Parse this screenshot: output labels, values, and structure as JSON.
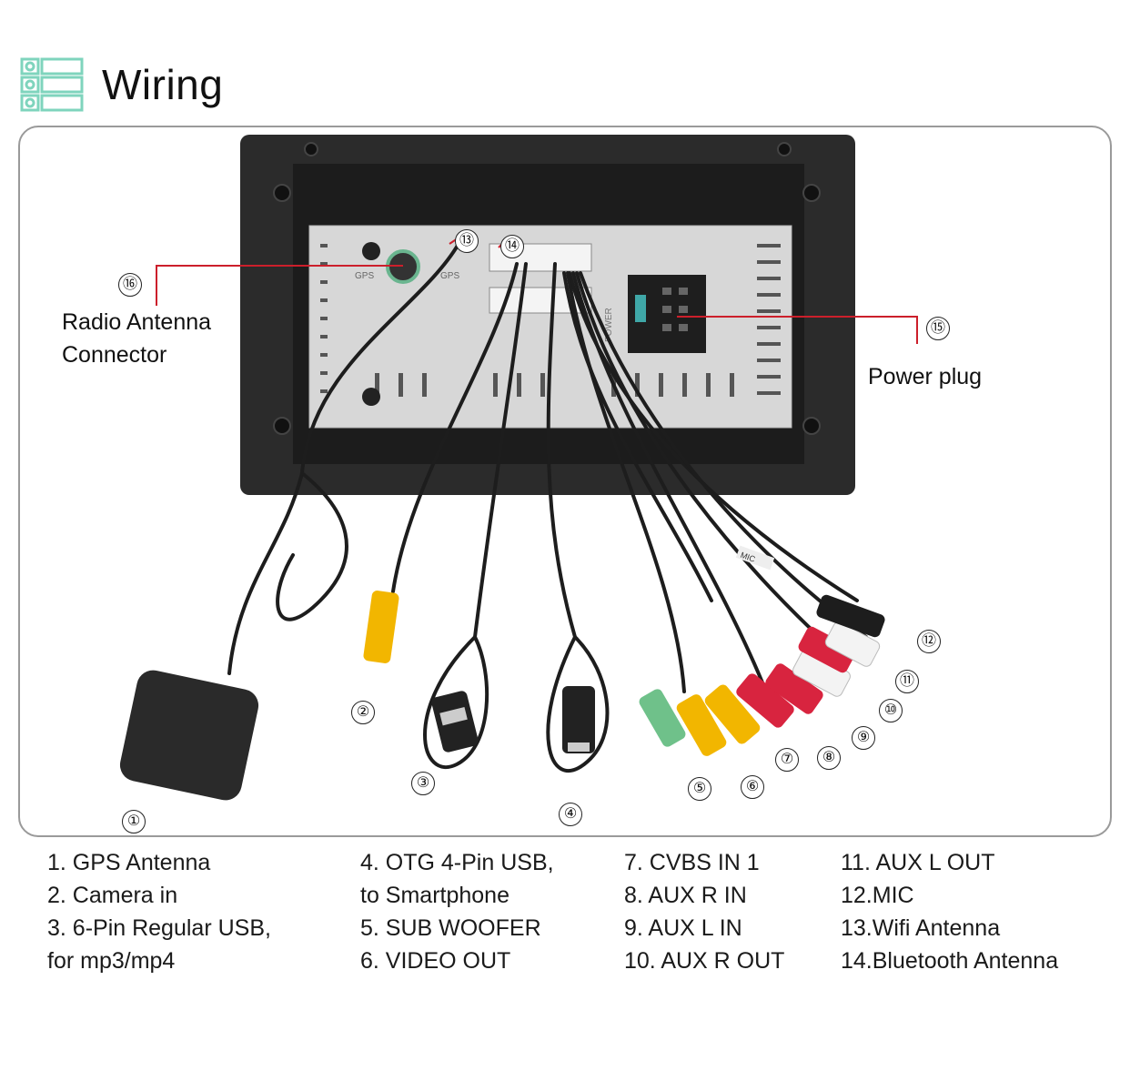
{
  "header": {
    "title": "Wiring",
    "icon": "list-icon",
    "accent": "#7fd4bd"
  },
  "callouts": {
    "n16": "⑯",
    "radio_antenna": "Radio Antenna\nConnector",
    "n15": "⑮",
    "power_plug": "Power plug",
    "n13": "⑬",
    "n14": "⑭",
    "n1": "①",
    "n2": "②",
    "n3": "③",
    "n4": "④",
    "n5": "⑤",
    "n6": "⑥",
    "n7": "⑦",
    "n8": "⑧",
    "n9": "⑨",
    "n10": "⑩",
    "n11": "⑪",
    "n12": "⑫"
  },
  "device_labels": {
    "gps_port": "GPS",
    "gps_port2": "GPS",
    "power": "POWER",
    "mic_tag": "MIC"
  },
  "legend": {
    "col1": [
      "1. GPS Antenna",
      "2. Camera in",
      "3. 6-Pin Regular USB,",
      "for mp3/mp4"
    ],
    "col2": [
      "4. OTG 4-Pin USB,",
      "to Smartphone",
      "5. SUB WOOFER",
      "6. VIDEO OUT"
    ],
    "col3": [
      "7. CVBS IN 1",
      "8. AUX R IN",
      "9. AUX L IN",
      "10. AUX R OUT"
    ],
    "col4": [
      "11. AUX L OUT",
      "12.MIC",
      "13.Wifi Antenna",
      "14.Bluetooth Antenna"
    ]
  },
  "colors": {
    "red_line": "#cc1f2b",
    "rca_yellow": "#f2b600",
    "rca_green": "#6fc18a",
    "rca_red": "#d8243f",
    "rca_white": "#f3f3f3"
  }
}
